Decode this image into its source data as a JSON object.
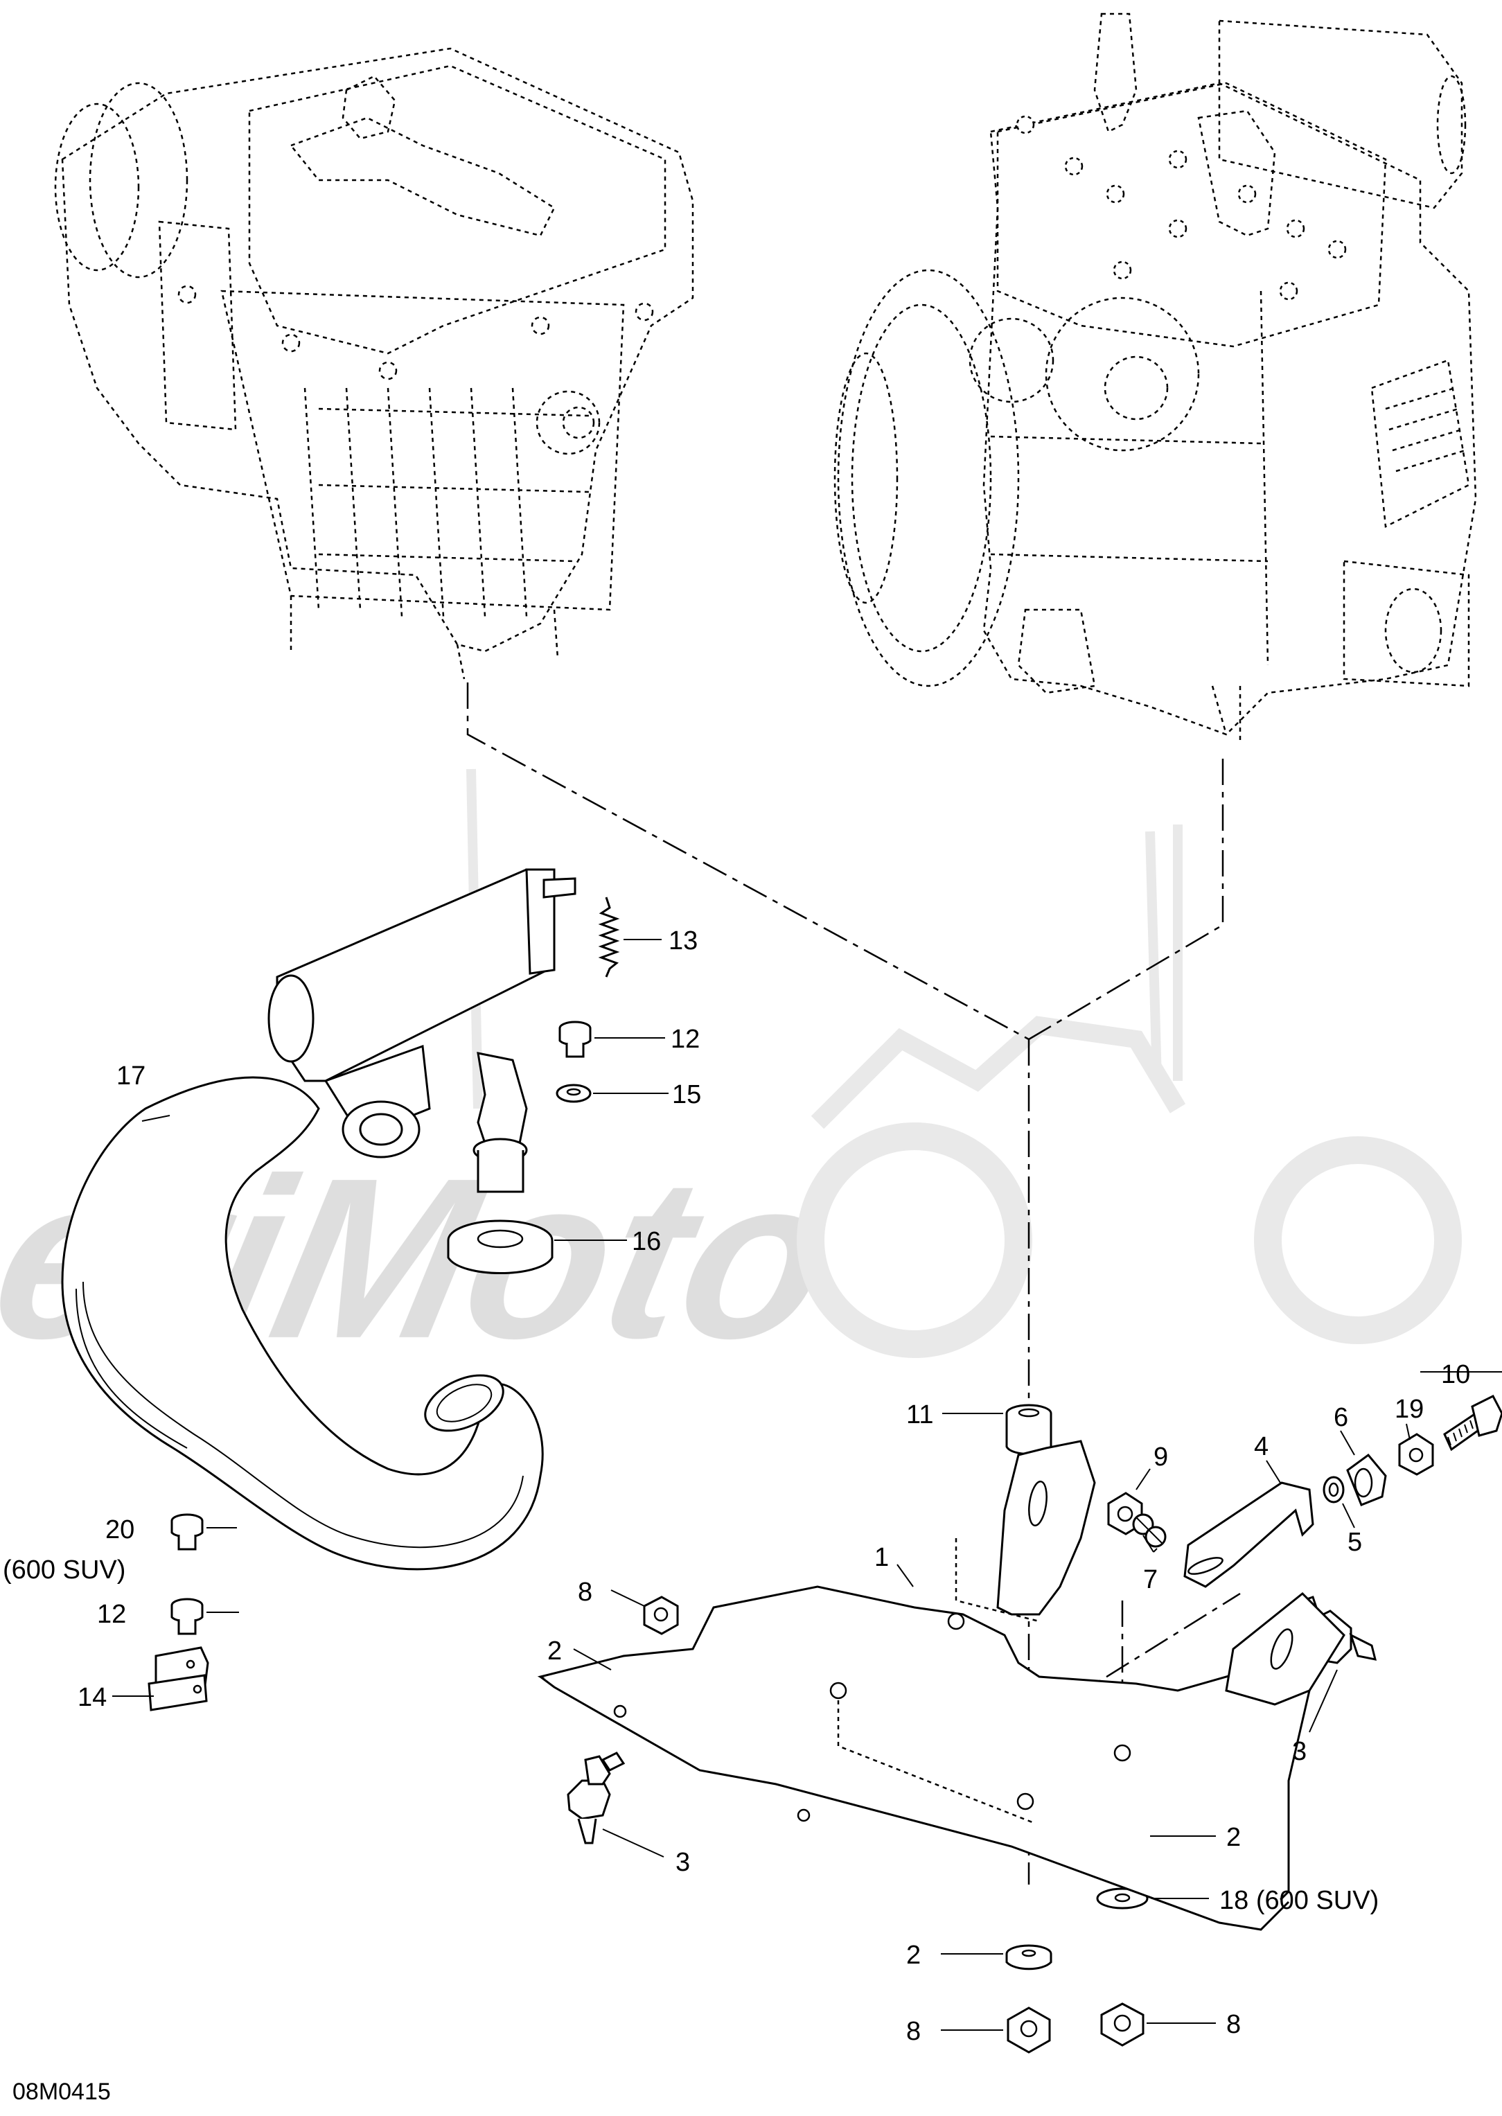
{
  "drawing_code": "08M0415",
  "watermark": "AeriMoto",
  "callouts": {
    "c1": "1",
    "c2a": "2",
    "c2b": "2",
    "c2c": "2",
    "c3a": "3",
    "c3b": "3",
    "c4": "4",
    "c5": "5",
    "c6": "6",
    "c7": "7",
    "c8a": "8",
    "c8b": "8",
    "c8c": "8",
    "c9": "9",
    "c10": "10",
    "c11": "11",
    "c12a": "12",
    "c12b": "12",
    "c13": "13",
    "c14": "14",
    "c15": "15",
    "c16": "16",
    "c17": "17",
    "c18": "18 (600 SUV)",
    "c19": "19",
    "c20": "20",
    "c20note": "(600 SUV)"
  }
}
